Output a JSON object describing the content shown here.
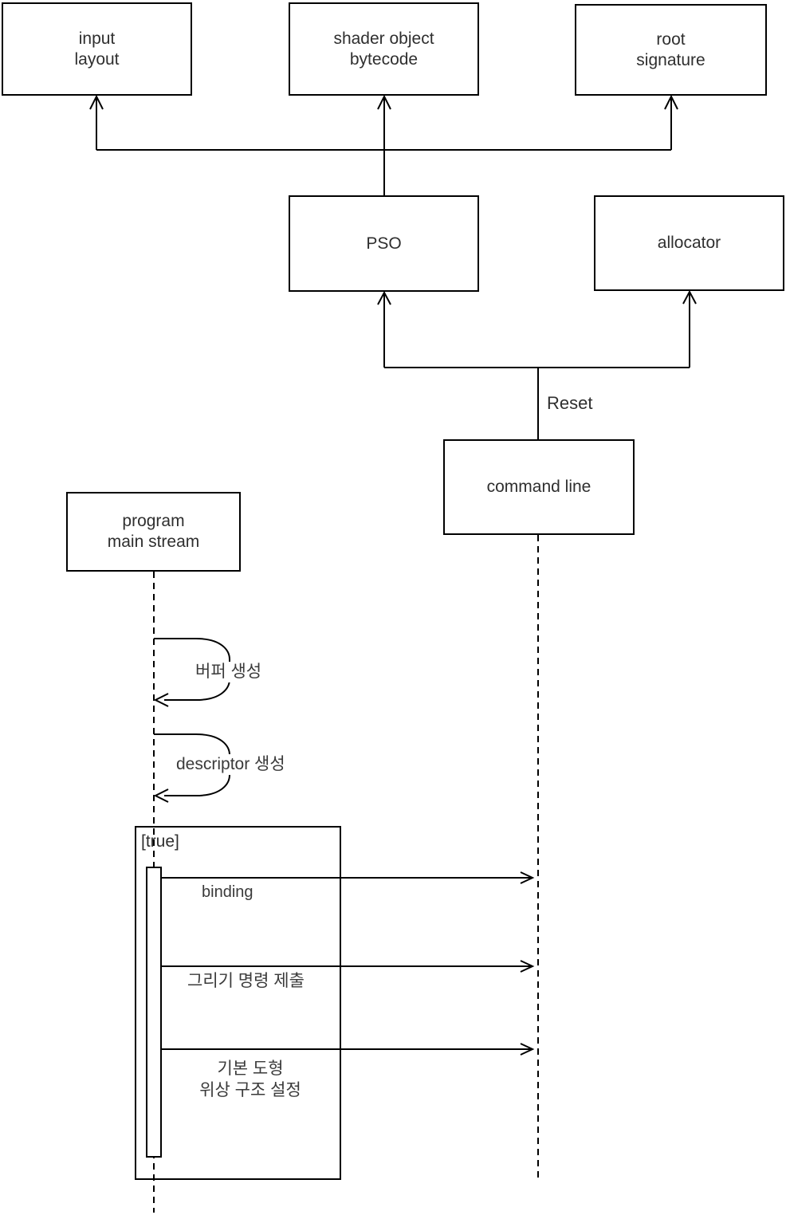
{
  "diagram": {
    "nodes": {
      "input_layout": {
        "label": "input\nlayout"
      },
      "shader_object_bytecode": {
        "label": "shader object\nbytecode"
      },
      "root_signature": {
        "label": "root\nsignature"
      },
      "pso": {
        "label": "PSO"
      },
      "allocator": {
        "label": "allocator"
      },
      "command_line": {
        "label": "command line"
      },
      "program_main_stream": {
        "label": "program\nmain stream"
      }
    },
    "edge_labels": {
      "reset": "Reset"
    },
    "sequence": {
      "fragment_guard": "[true]",
      "self_messages": [
        {
          "label": "버퍼 생성"
        },
        {
          "label": "descriptor 생성"
        }
      ],
      "messages": [
        {
          "label": "binding"
        },
        {
          "label": "그리기 명령 제출"
        },
        {
          "label": "기본 도형\n위상 구조 설정"
        }
      ]
    },
    "colors": {
      "line": "#000000",
      "text": "#2f2f2f",
      "background": "#ffffff"
    }
  }
}
